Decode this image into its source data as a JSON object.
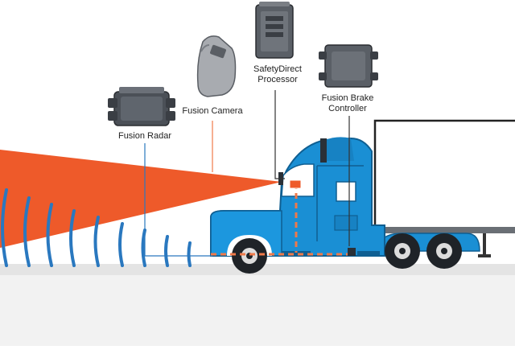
{
  "labels": {
    "radar": "Fusion Radar",
    "camera": "Fusion Camera",
    "processor_line1": "SafetyDirect",
    "processor_line2": "Processor",
    "brake_line1": "Fusion Brake",
    "brake_line2": "Controller"
  },
  "colors": {
    "truck_blue": "#1a8fd4",
    "truck_dark": "#1170ad",
    "beam_orange": "#ee5a2a",
    "radar_waves": "#2a78bf",
    "connector_line": "#f07a4a",
    "trailer_fill": "#ffffff",
    "ground": "#e6e6e6",
    "device_gray": "#5a5f66"
  },
  "icons": [
    "radar-device-icon",
    "camera-device-icon",
    "processor-device-icon",
    "brake-controller-device-icon"
  ]
}
